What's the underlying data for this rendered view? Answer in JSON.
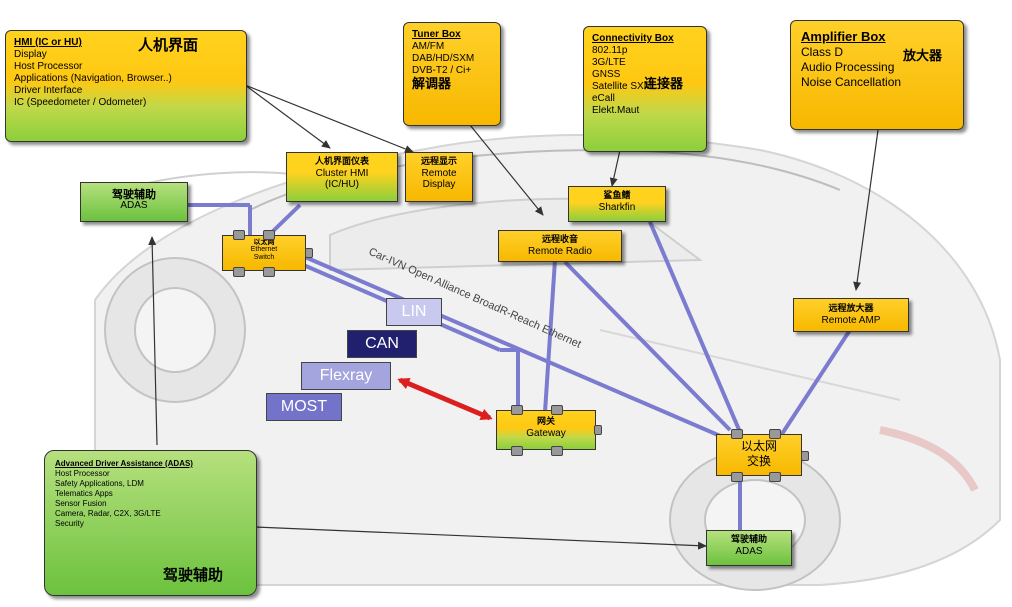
{
  "hmi": {
    "title": "HMI (IC or HU)",
    "cn": "人机界面",
    "items": [
      "Display",
      "Host Processor",
      "Applications (Navigation, Browser..)",
      "Driver Interface",
      "IC (Speedometer / Odometer)"
    ]
  },
  "tuner": {
    "title": "Tuner Box",
    "items": [
      "AM/FM",
      "DAB/HD/SXM",
      "DVB-T2 / Ci+"
    ],
    "cn": "解调器"
  },
  "connectivity": {
    "title": "Connectivity Box",
    "items": [
      "802.11p",
      "3G/LTE",
      "GNSS",
      "Satellite SXM",
      "eCall",
      "Elekt.Maut"
    ],
    "cn": "连接器"
  },
  "amplifier": {
    "title": "Amplifier Box",
    "items": [
      "Class D",
      "Audio Processing",
      "Noise Cancellation"
    ],
    "cn": "放大器"
  },
  "adas_box": {
    "title": "Advanced Driver Assistance (ADAS)",
    "items": [
      "Host Processor",
      "Safety Applications, LDM",
      "Telematics Apps",
      "Sensor Fusion",
      "Camera, Radar, C2X, 3G/LTE",
      "Security"
    ],
    "cn": "驾驶辅助"
  },
  "nodes": {
    "ada_left": {
      "cn": "驾驶辅助",
      "en": "ADAS"
    },
    "cluster": {
      "cn": "人机界面仪表",
      "en1": "Cluster HMI",
      "en2": "(IC/HU)"
    },
    "remote_display": {
      "cn": "远程显示",
      "en1": "Remote",
      "en2": "Display"
    },
    "sharkfin": {
      "cn": "鲨鱼鳍",
      "en": "Sharkfin"
    },
    "remote_radio": {
      "cn": "远程收音",
      "en": "Remote Radio"
    },
    "remote_amp": {
      "cn": "远程放大器",
      "en": "Remote AMP"
    },
    "switch": {
      "cn": "以太网",
      "en1": "Ethernet",
      "en2": "Switch"
    },
    "gateway": {
      "cn": "网关",
      "en": "Gateway"
    },
    "eth_switch_right": {
      "cn1": "以太网",
      "cn2": "交换"
    },
    "ada_bottom": {
      "cn": "驾驶辅助",
      "en": "ADAS"
    }
  },
  "ethernet_label": "Car-IVN Open Alliance BroadR-Reach Ethernet",
  "protocols": [
    {
      "label": "LIN",
      "color": "#c9c9ef"
    },
    {
      "label": "CAN",
      "color": "#20206f"
    },
    {
      "label": "Flexray",
      "color": "#a4a4df"
    },
    {
      "label": "MOST",
      "color": "#7373c9"
    }
  ],
  "colors": {
    "link": "#7b7bd0",
    "arrow": "#333333",
    "red_arrow": "#dd1e1e"
  }
}
